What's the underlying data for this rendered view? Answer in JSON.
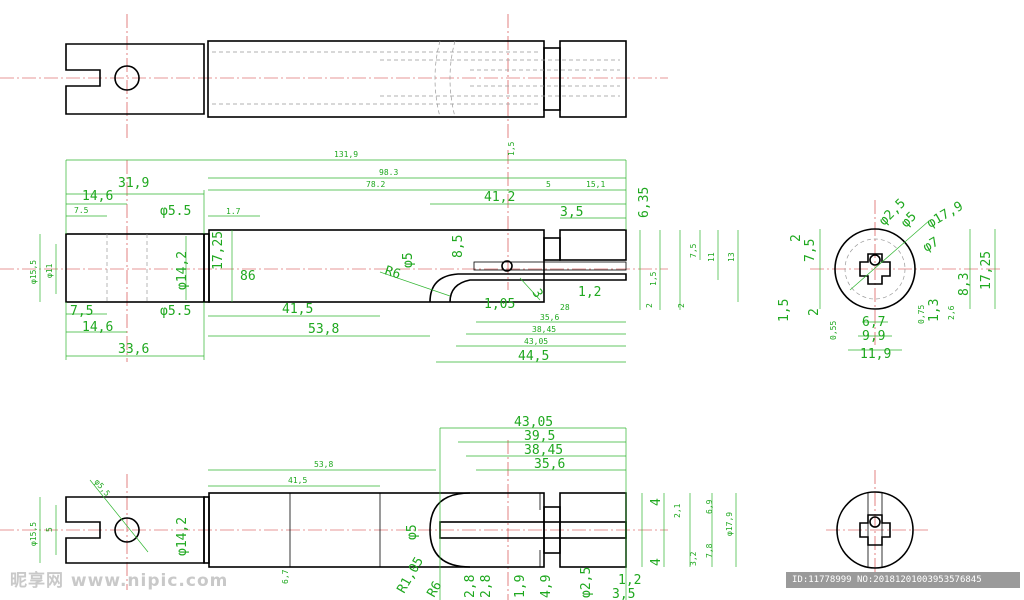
{
  "dims": {
    "top_31_9": "31,9",
    "top_14_6": "14,6",
    "top_7_5": "7.5",
    "phi5_5_top": "φ5.5",
    "d1_7": "1.7",
    "d131_9": "131,9",
    "d98_3": "98.3",
    "d78_2": "78.2",
    "d41_2": "41,2",
    "d5": "5",
    "d15_1": "15,1",
    "d3_5": "3,5",
    "d6_35": "6,35",
    "d1_5v": "1,5",
    "d17_25": "17,25",
    "phi14_2": "φ14,2",
    "d86": "86",
    "phi15_5": "φ15,5",
    "phi11": "φ11",
    "phi5": "φ5",
    "d8_5": "8,5",
    "r6": "R6",
    "d1_05": "1,05",
    "d3": "3",
    "d1_2": "1,2",
    "d28": "28",
    "bot_7_5": "7,5",
    "bot_14_6": "14,6",
    "phi5_5_bot": "φ5.5",
    "d41_5": "41,5",
    "d53_8": "53,8",
    "d33_6": "33,6",
    "d35_6": "35,6",
    "d38_45": "38,45",
    "d43_05": "43,05",
    "d44_5": "44,5",
    "r7_5": "7,5",
    "r11": "11",
    "r13": "13",
    "r1_5": "1,5",
    "r2a": "2",
    "r2b": "2",
    "sv_phi2_5": "φ2,5",
    "sv_phi5": "φ5",
    "sv_phi17_9": "φ17,9",
    "sv_phi7": "φ7",
    "sv_2": "2",
    "sv_7_5": "7,5",
    "sv_1_5": "1,5",
    "sv_2b": "2",
    "sv_0_55": "0,55",
    "sv_6_7": "6,7",
    "sv_9_9": "9,9",
    "sv_11_9": "11,9",
    "sv_0_75": "0,75",
    "sv_1_3": "1,3",
    "sv_2_6": "2,6",
    "sv_8_3": "8,3",
    "sv_17_25": "17,25",
    "b43_05": "43,05",
    "b39_5": "39,5",
    "b38_45": "38,45",
    "b35_6": "35,6",
    "b53_8": "53,8",
    "b41_5": "41,5",
    "b5_5": "φ5,5",
    "bphi15_5": "φ15,5",
    "b5": "5",
    "bphi14_2": "φ14,2",
    "bphi5": "φ5",
    "b6_7": "6,7",
    "b4a": "4",
    "b2_1": "2,1",
    "b4b": "4",
    "b3_2": "3,2",
    "b6_9": "6,9",
    "b7_8": "7,8",
    "bphi17_9": "φ17,9",
    "br1_05": "R1,05",
    "br6": "R6",
    "b2_8a": "2,8",
    "b2_8b": "2,8",
    "b1_9": "1,9",
    "b4_9": "4,9",
    "bphi2_5": "φ2,5",
    "b1_2": "1,2",
    "b3_5": "3,5"
  },
  "watermark": {
    "left": "昵享网 www.nipic.com",
    "id": "ID:11778999 NO:20181201003953576845"
  }
}
